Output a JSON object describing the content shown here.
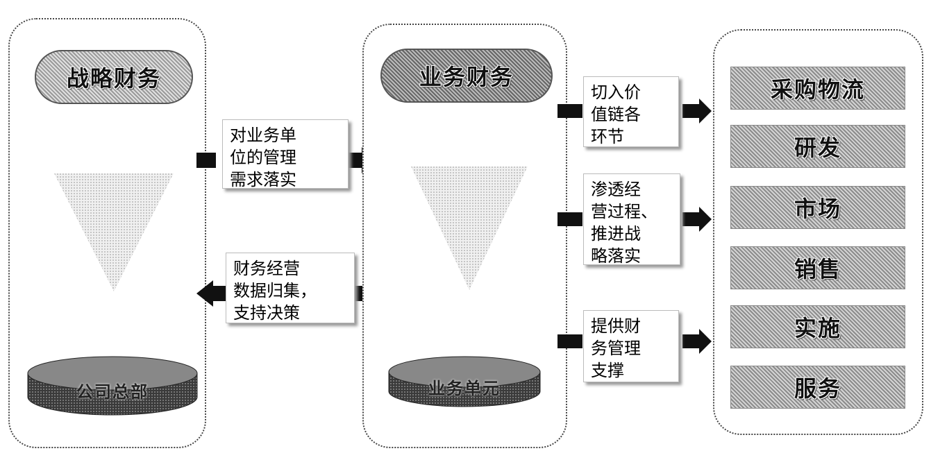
{
  "left_panel": {
    "title": "战略财务",
    "base_label": "公司总部"
  },
  "mid_panel": {
    "title": "业务财务",
    "base_label": "业务单元"
  },
  "flow_down_label": "对业务单\n位的管理\n需求落实",
  "flow_up_label": "财务经营\n数据归集，\n支持决策",
  "actions": [
    {
      "label": "切入价\n值链各\n环节"
    },
    {
      "label": "渗透经\n营过程、\n推进战\n略落实"
    },
    {
      "label": "提供财\n务管理\n支撑"
    }
  ],
  "value_chain": [
    {
      "label": "采购物流"
    },
    {
      "label": "研发"
    },
    {
      "label": "市场"
    },
    {
      "label": "销售"
    },
    {
      "label": "实施"
    },
    {
      "label": "服务"
    }
  ]
}
